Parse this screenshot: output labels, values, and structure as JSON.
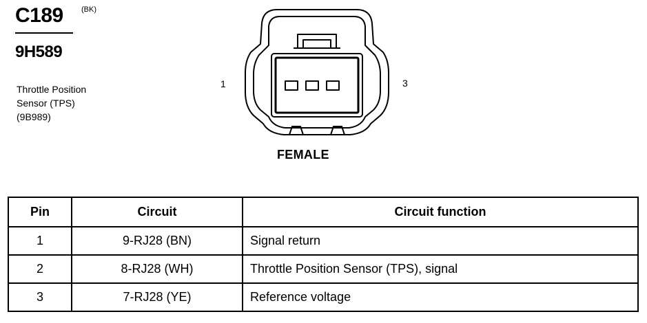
{
  "connector": {
    "id": "C189",
    "color_code": "(BK)",
    "part_number": "9H589",
    "description_lines": [
      "Throttle Position",
      "Sensor (TPS)",
      "(9B989)"
    ],
    "pin_left": "1",
    "pin_right": "3",
    "gender": "FEMALE"
  },
  "table": {
    "headers": [
      "Pin",
      "Circuit",
      "Circuit function"
    ],
    "rows": [
      {
        "pin": "1",
        "circuit": "9-RJ28 (BN)",
        "function": "Signal return"
      },
      {
        "pin": "2",
        "circuit": "8-RJ28 (WH)",
        "function": "Throttle Position Sensor (TPS), signal"
      },
      {
        "pin": "3",
        "circuit": "7-RJ28 (YE)",
        "function": "Reference voltage"
      }
    ]
  }
}
